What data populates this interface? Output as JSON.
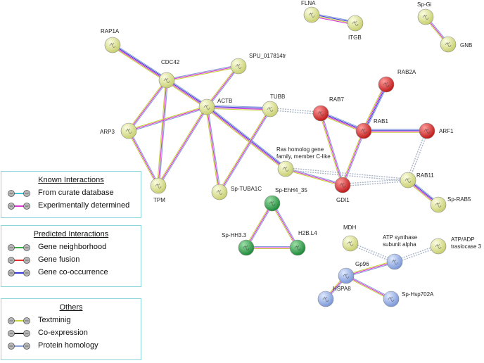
{
  "colors": {
    "yellow": "#e2e89a",
    "red": "#e84040",
    "green": "#3fae5a",
    "blue": "#9bb6ee",
    "neighborhood": "#3cb043",
    "fusion": "#e8302a",
    "cooccurrence": "#3a3ad8",
    "curated": "#42c4d4",
    "experimental": "#d83ad0",
    "textmining": "#c8d040",
    "coexpression": "#222222",
    "homology": "#8aa0d8"
  },
  "nodes": [
    {
      "id": "FLNA",
      "label": "FLNA",
      "color": "yellow"
    },
    {
      "id": "ITGB",
      "label": "ITGB",
      "color": "yellow"
    },
    {
      "id": "SpGi",
      "label": "Sp-Gi",
      "color": "yellow"
    },
    {
      "id": "GNB",
      "label": "GNB",
      "color": "yellow"
    },
    {
      "id": "RAP1A",
      "label": "RAP1A",
      "color": "yellow"
    },
    {
      "id": "CDC42",
      "label": "CDC42",
      "color": "yellow"
    },
    {
      "id": "SPU",
      "label": "SPU_017814tr",
      "color": "yellow"
    },
    {
      "id": "ACTB",
      "label": "ACTB",
      "color": "yellow"
    },
    {
      "id": "TUBB",
      "label": "TUBB",
      "color": "yellow"
    },
    {
      "id": "ARP3",
      "label": "ARP3",
      "color": "yellow"
    },
    {
      "id": "TPM",
      "label": "TPM",
      "color": "yellow"
    },
    {
      "id": "SpTUBA1C",
      "label": "Sp-TUBA1C",
      "color": "yellow"
    },
    {
      "id": "RasC",
      "label": "Ras homolog gene family, member C-like",
      "color": "yellow"
    },
    {
      "id": "RAB2A",
      "label": "RAB2A",
      "color": "red"
    },
    {
      "id": "RAB7",
      "label": "RAB7",
      "color": "red"
    },
    {
      "id": "RAB1",
      "label": "RAB1",
      "color": "red"
    },
    {
      "id": "ARF1",
      "label": "ARF1",
      "color": "red"
    },
    {
      "id": "GDI1",
      "label": "GDI1",
      "color": "red"
    },
    {
      "id": "RAB11",
      "label": "RAB11",
      "color": "yellow"
    },
    {
      "id": "SpRAB5",
      "label": "Sp-RAB5",
      "color": "yellow"
    },
    {
      "id": "SpEhH4",
      "label": "Sp-EhH4_35",
      "color": "green"
    },
    {
      "id": "SpHH33",
      "label": "Sp-HH3.3",
      "color": "green"
    },
    {
      "id": "H2BL4",
      "label": "H2B.L4",
      "color": "green"
    },
    {
      "id": "MDH",
      "label": "MDH",
      "color": "yellow"
    },
    {
      "id": "ATPsyn",
      "label": "ATP synthase subunit alpha",
      "color": "blue"
    },
    {
      "id": "ATPADP",
      "label": "ATP/ADP traslocase 3",
      "color": "yellow"
    },
    {
      "id": "Gp96",
      "label": "Gp96",
      "color": "blue"
    },
    {
      "id": "HSPA8",
      "label": "HSPA8",
      "color": "blue"
    },
    {
      "id": "SpHsp",
      "label": "Sp-Hsp702A",
      "color": "blue"
    }
  ],
  "edges": [
    {
      "from": "FLNA",
      "to": "ITGB",
      "kinds": [
        "homology",
        "cooccurrence",
        "textmining",
        "experimental"
      ]
    },
    {
      "from": "SpGi",
      "to": "GNB",
      "kinds": [
        "homology",
        "experimental",
        "textmining"
      ]
    },
    {
      "from": "RAP1A",
      "to": "CDC42",
      "kinds": [
        "homology",
        "cooccurrence",
        "experimental",
        "textmining"
      ]
    },
    {
      "from": "CDC42",
      "to": "SPU",
      "kinds": [
        "homology",
        "experimental",
        "textmining"
      ]
    },
    {
      "from": "CDC42",
      "to": "ACTB",
      "kinds": [
        "homology",
        "cooccurrence",
        "experimental",
        "textmining"
      ]
    },
    {
      "from": "CDC42",
      "to": "ARP3",
      "kinds": [
        "homology",
        "experimental",
        "textmining"
      ]
    },
    {
      "from": "CDC42",
      "to": "TPM",
      "kinds": [
        "homology",
        "experimental",
        "textmining"
      ]
    },
    {
      "from": "SPU",
      "to": "ACTB",
      "kinds": [
        "homology",
        "experimental",
        "textmining"
      ]
    },
    {
      "from": "ACTB",
      "to": "TUBB",
      "kinds": [
        "homology",
        "cooccurrence",
        "experimental",
        "textmining"
      ]
    },
    {
      "from": "ACTB",
      "to": "ARP3",
      "kinds": [
        "homology",
        "experimental",
        "textmining"
      ]
    },
    {
      "from": "ACTB",
      "to": "TPM",
      "kinds": [
        "homology",
        "experimental",
        "textmining"
      ]
    },
    {
      "from": "ACTB",
      "to": "SpTUBA1C",
      "kinds": [
        "homology",
        "experimental",
        "textmining"
      ]
    },
    {
      "from": "ACTB",
      "to": "RasC",
      "kinds": [
        "homology",
        "cooccurrence",
        "experimental",
        "textmining"
      ]
    },
    {
      "from": "ARP3",
      "to": "TPM",
      "kinds": [
        "homology",
        "experimental",
        "textmining"
      ]
    },
    {
      "from": "TUBB",
      "to": "SpTUBA1C",
      "kinds": [
        "homology",
        "experimental",
        "textmining"
      ]
    },
    {
      "from": "TUBB",
      "to": "RAB7",
      "kinds": [
        "dotted"
      ]
    },
    {
      "from": "RasC",
      "to": "GDI1",
      "kinds": [
        "homology",
        "experimental",
        "textmining"
      ]
    },
    {
      "from": "RAB7",
      "to": "RAB1",
      "kinds": [
        "homology",
        "cooccurrence",
        "experimental",
        "textmining"
      ]
    },
    {
      "from": "RAB7",
      "to": "GDI1",
      "kinds": [
        "homology",
        "experimental",
        "textmining"
      ]
    },
    {
      "from": "RAB2A",
      "to": "RAB1",
      "kinds": [
        "homology",
        "cooccurrence",
        "experimental",
        "textmining"
      ]
    },
    {
      "from": "RAB1",
      "to": "ARF1",
      "kinds": [
        "homology",
        "cooccurrence",
        "experimental",
        "textmining"
      ]
    },
    {
      "from": "RAB1",
      "to": "GDI1",
      "kinds": [
        "homology",
        "experimental",
        "textmining"
      ]
    },
    {
      "from": "ARF1",
      "to": "RAB11",
      "kinds": [
        "dotted"
      ]
    },
    {
      "from": "GDI1",
      "to": "RAB11",
      "kinds": [
        "dotted"
      ]
    },
    {
      "from": "RasC",
      "to": "RAB11",
      "kinds": [
        "dotted"
      ]
    },
    {
      "from": "RAB11",
      "to": "SpRAB5",
      "kinds": [
        "homology",
        "cooccurrence",
        "experimental",
        "textmining"
      ]
    },
    {
      "from": "SpEhH4",
      "to": "SpHH33",
      "kinds": [
        "homology",
        "experimental",
        "textmining"
      ]
    },
    {
      "from": "SpEhH4",
      "to": "H2BL4",
      "kinds": [
        "homology",
        "experimental",
        "textmining"
      ]
    },
    {
      "from": "SpHH33",
      "to": "H2BL4",
      "kinds": [
        "homology",
        "experimental",
        "textmining"
      ]
    },
    {
      "from": "MDH",
      "to": "ATPsyn",
      "kinds": [
        "dotted"
      ]
    },
    {
      "from": "ATPsyn",
      "to": "ATPADP",
      "kinds": [
        "dotted"
      ]
    },
    {
      "from": "ATPsyn",
      "to": "Gp96",
      "kinds": [
        "homology",
        "experimental",
        "textmining"
      ]
    },
    {
      "from": "Gp96",
      "to": "HSPA8",
      "kinds": [
        "homology",
        "experimental",
        "textmining"
      ]
    },
    {
      "from": "Gp96",
      "to": "SpHsp",
      "kinds": [
        "homology",
        "experimental",
        "textmining"
      ]
    }
  ],
  "legend": {
    "known": {
      "title": "Known Interactions",
      "items": [
        {
          "label": "From curate database",
          "color": "curated"
        },
        {
          "label": "Experimentally determined",
          "color": "experimental"
        }
      ]
    },
    "predicted": {
      "title": "Predicted Interactions",
      "items": [
        {
          "label": "Gene neighborhood",
          "color": "neighborhood"
        },
        {
          "label": "Gene fusion",
          "color": "fusion"
        },
        {
          "label": "Gene co-occurrence",
          "color": "cooccurrence"
        }
      ]
    },
    "others": {
      "title": "Others",
      "items": [
        {
          "label": "Textminig",
          "color": "textmining"
        },
        {
          "label": "Co-expression",
          "color": "coexpression"
        },
        {
          "label": "Protein homology",
          "color": "homology"
        }
      ]
    }
  }
}
